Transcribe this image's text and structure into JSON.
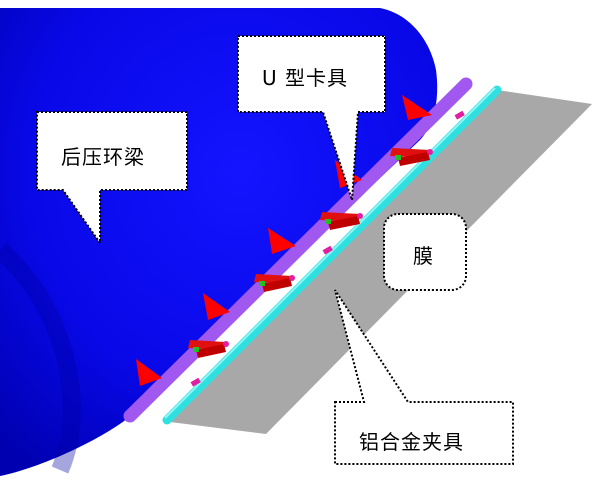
{
  "diagram": {
    "type": "3d-engineering-model-with-callouts",
    "colors": {
      "background": "#ffffff",
      "ring_beam": "#0a0ae6",
      "rod": "#a050f0",
      "clamp_bar": "#30e0e0",
      "membrane": "#a8a8a8",
      "u_clamp": "#e01010",
      "u_clamp_accent": "#20c020",
      "bolt": "#e020a0",
      "load_arrow": "#ff0000",
      "callout_fill": "#ffffff",
      "callout_border": "#000000"
    },
    "callouts": [
      {
        "id": "ring-beam",
        "text": "后压环梁"
      },
      {
        "id": "u-clamp",
        "text": "U 型卡具"
      },
      {
        "id": "membrane",
        "text": "膜"
      },
      {
        "id": "aluminum-clamp",
        "text": "铝合金夹具"
      }
    ]
  }
}
